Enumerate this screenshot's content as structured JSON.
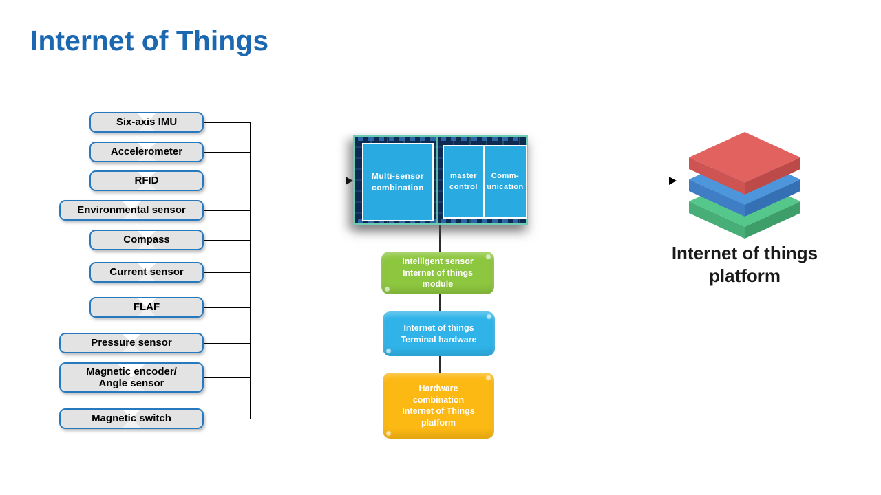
{
  "title": "Internet of Things",
  "title_color": "#1B67B0",
  "sensors": [
    {
      "label": "Six-axis IMU"
    },
    {
      "label": "Accelerometer"
    },
    {
      "label": "RFID"
    },
    {
      "label": "Environmental sensor"
    },
    {
      "label": "Compass"
    },
    {
      "label": "Current sensor"
    },
    {
      "label": "FLAF"
    },
    {
      "label": "Pressure sensor"
    },
    {
      "label": "Magnetic encoder/\nAngle sensor"
    },
    {
      "label": "Magnetic switch"
    }
  ],
  "chip": {
    "board_color": "#0D2A52",
    "border_color": "#6CCDB4",
    "module_color": "#29ABE2",
    "modules": [
      {
        "label": "Multi-sensor\ncombination"
      },
      {
        "label": "master\ncontrol"
      },
      {
        "label": "Comm-\nunication"
      }
    ]
  },
  "flow_boxes": [
    {
      "label": "Intelligent sensor\nInternet of things\nmodule",
      "color": "#8DC63F"
    },
    {
      "label": "Internet of things\nTerminal hardware",
      "color": "#2FB3E8"
    },
    {
      "label": "Hardware\ncombination\nInternet of Things\nplatform",
      "color": "#FCB813"
    }
  ],
  "platform": {
    "label": "Internet of things\nplatform",
    "layers": [
      {
        "name": "red-top-layer",
        "top": "#E2625F",
        "left": "#CD5452",
        "right": "#BC4A48"
      },
      {
        "name": "blue-middle-layer",
        "top": "#4E96DB",
        "left": "#3F7EC4",
        "right": "#3570B4"
      },
      {
        "name": "green-bottom-layer",
        "top": "#55C78A",
        "left": "#46AE76",
        "right": "#3E9E6A"
      }
    ]
  }
}
